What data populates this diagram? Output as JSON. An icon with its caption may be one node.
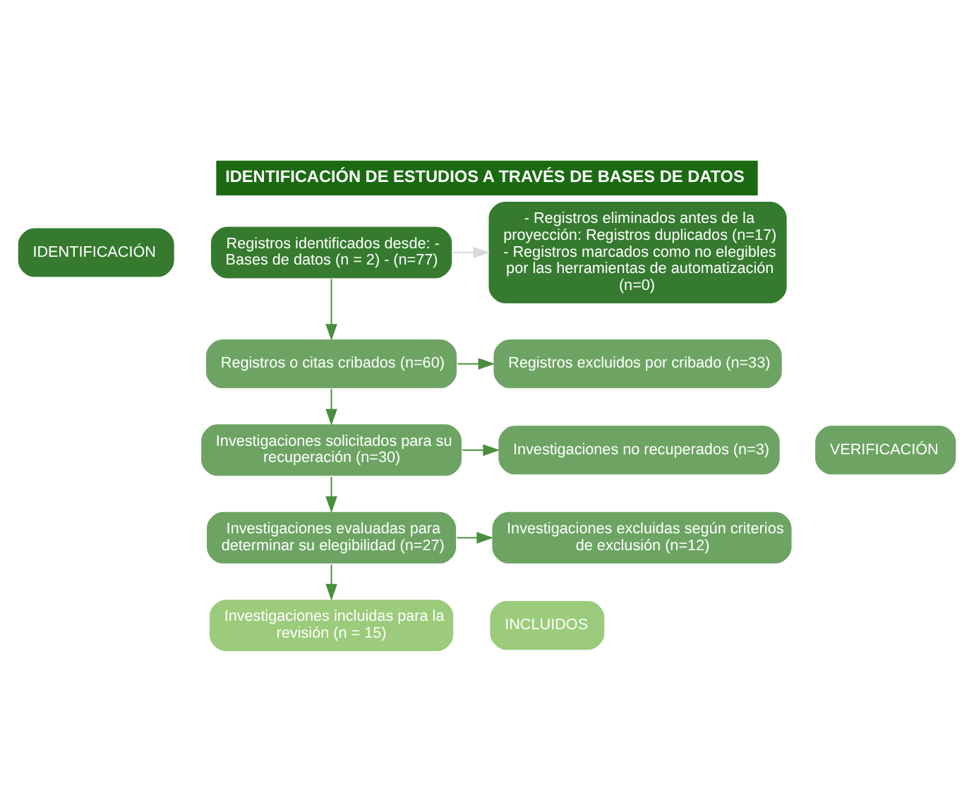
{
  "diagram": {
    "title": "IDENTIFICACIÓN DE ESTUDIOS A TRAVÉS DE BASES DE DATOS",
    "nodes": [
      {
        "text": [
          "IDENTIFICACIÓN"
        ]
      },
      {
        "text": [
          "Registros identificados desde: - Bases de datos (n = 2) - (n=77)"
        ]
      },
      {
        "text": [
          "- Registros eliminados antes de la proyección: Registros duplicados (n=17) - Registros marcados como no elegibles por las herramientas de automatización (n=0)"
        ]
      },
      {
        "text": [
          "VERIFICACIÓN"
        ]
      },
      {
        "text": [
          "Registros o citas cribados (n=60)"
        ]
      },
      {
        "text": [
          "Registros excluidos por cribado (n=33)"
        ]
      },
      {
        "text": [
          "Investigaciones solicitados para su recuperación (n=30)"
        ]
      },
      {
        "text": [
          "Investigaciones no recuperados (n=3)"
        ]
      },
      {
        "text": [
          "Investigaciones evaluadas para determinar su elegibilidad (n=27)"
        ]
      },
      {
        "text": [
          "Investigaciones excluidas según criterios de exclusión (n=12)"
        ]
      },
      {
        "text": [
          "INCLUIDOS"
        ]
      },
      {
        "text": [
          "Investigaciones incluidas para la revisión (n = 15)"
        ]
      }
    ],
    "edges": [
      {
        "from": 1,
        "to": 2,
        "arrow": "to",
        "color": "#d9d9d9"
      },
      {
        "from": 1,
        "to": 4,
        "arrow": "to"
      },
      {
        "from": 4,
        "to": 5,
        "arrow": "to"
      },
      {
        "from": 4,
        "to": 6,
        "arrow": "to"
      },
      {
        "from": 6,
        "to": 7,
        "arrow": "to"
      },
      {
        "from": 6,
        "to": 8,
        "arrow": "to"
      },
      {
        "from": 8,
        "to": 9,
        "arrow": "to"
      },
      {
        "from": 8,
        "to": 11,
        "arrow": "to"
      }
    ]
  }
}
